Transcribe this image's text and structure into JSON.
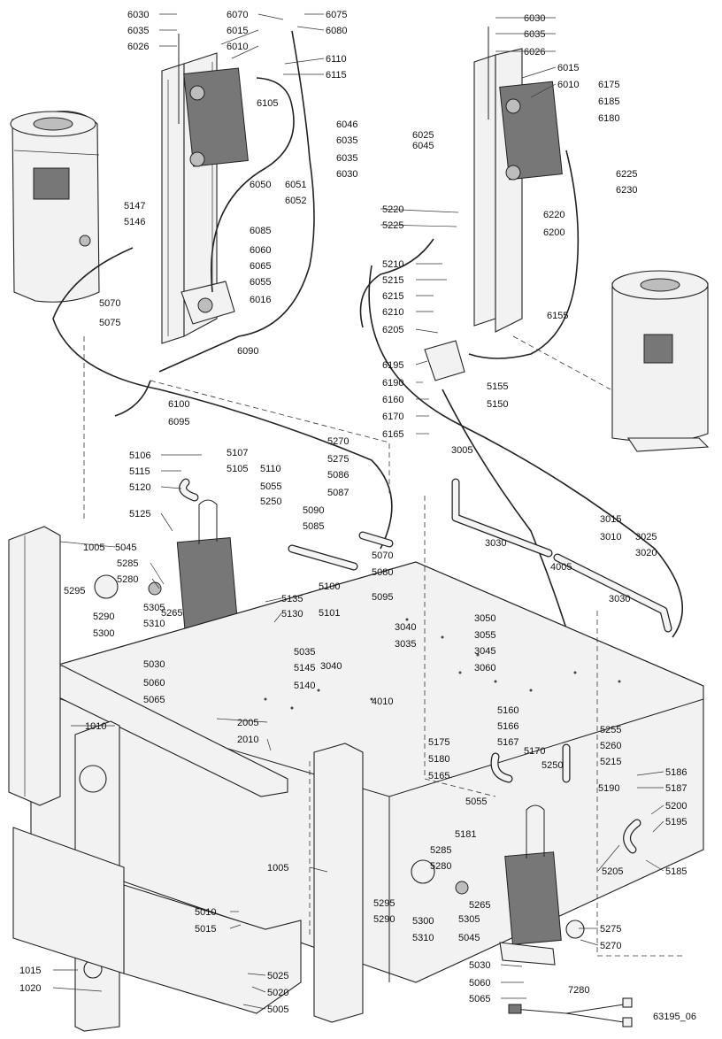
{
  "drawing_id": "63195_06",
  "labels": [
    "6030",
    "6035",
    "6026",
    "6070",
    "6015",
    "6010",
    "6075",
    "6080",
    "6110",
    "6115",
    "6105",
    "6046",
    "6035",
    "6025",
    "6045",
    "6035",
    "6030",
    "6050",
    "6051",
    "6052",
    "6085",
    "6060",
    "6065",
    "6055",
    "6016",
    "6090",
    "5147",
    "5146",
    "5070",
    "5075",
    "6100",
    "6095",
    "6030",
    "6035",
    "6026",
    "6015",
    "6010",
    "6175",
    "6185",
    "6180",
    "6225",
    "6230",
    "6220",
    "6200",
    "5220",
    "5225",
    "5210",
    "5215",
    "6215",
    "6210",
    "6205",
    "6155",
    "6195",
    "6190",
    "6160",
    "6170",
    "6165",
    "5155",
    "5150",
    "5106",
    "5107",
    "5105",
    "5115",
    "5120",
    "5110",
    "5055",
    "5270",
    "5275",
    "5086",
    "5087",
    "5250",
    "5090",
    "5085",
    "5125",
    "1005",
    "5045",
    "5285",
    "5280",
    "5295",
    "5265",
    "5290",
    "5305",
    "5300",
    "5310",
    "5070",
    "5080",
    "5100",
    "5095",
    "5101",
    "5135",
    "5130",
    "5030",
    "5035",
    "5145",
    "5140",
    "5060",
    "5065",
    "3005",
    "3015",
    "3010",
    "3025",
    "3020",
    "3030",
    "4005",
    "3030",
    "3050",
    "3055",
    "3045",
    "3060",
    "3040",
    "3035",
    "3040",
    "4010",
    "1010",
    "2005",
    "2010",
    "5160",
    "5166",
    "5255",
    "5260",
    "5167",
    "5175",
    "5180",
    "5165",
    "5170",
    "5250",
    "5215",
    "5186",
    "5187",
    "5190",
    "5200",
    "5195",
    "5055",
    "5181",
    "5285",
    "5280",
    "5295",
    "5290",
    "5265",
    "5300",
    "5305",
    "5310",
    "5045",
    "5205",
    "5185",
    "1005",
    "5010",
    "5015",
    "5025",
    "5020",
    "5005",
    "1015",
    "1020",
    "5275",
    "5270",
    "5030",
    "5060",
    "5065",
    "7280"
  ]
}
